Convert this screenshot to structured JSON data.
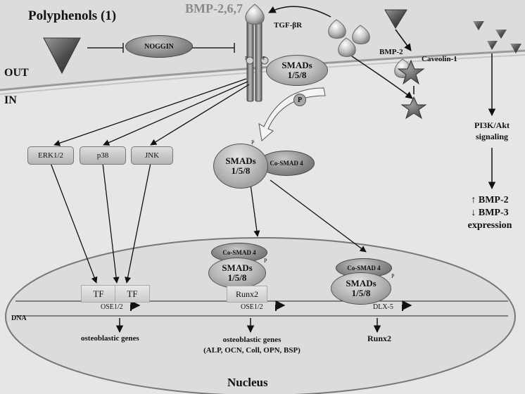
{
  "title": {
    "polyphenols": "Polyphenols (1)"
  },
  "ligands": {
    "bmp_top": "BMP-2,6,7",
    "bmp2": "BMP-2",
    "caveolin": "Caveolin-1"
  },
  "receptor": {
    "label": "TGF-βR",
    "p_left": "P",
    "p_right": "P"
  },
  "noggin": "NOGGIN",
  "membrane": {
    "out": "OUT",
    "in": "IN"
  },
  "smads_receptor": {
    "line1": "SMADs",
    "line2": "1/5/8"
  },
  "phospho": "P",
  "smads_cyto": {
    "line1": "SMADs",
    "line2": "1/5/8",
    "p": "P",
    "cosmad": "Co-SMAD 4"
  },
  "kinases": [
    "ERK1/2",
    "p38",
    "JNK"
  ],
  "pi3k": {
    "line1": "PI3K/Akt",
    "line2": "signaling"
  },
  "expression": {
    "line1": "↑ BMP-2",
    "line2": "↓ BMP-3",
    "line3": "expression"
  },
  "nucleus": {
    "label": "Nucleus",
    "dna": "DNA",
    "tf1": "TF",
    "tf2": "TF",
    "runx2_box": "Runx2",
    "complex_center": {
      "cosmad": "Co-SMAD 4",
      "line1": "SMADs",
      "line2": "1/5/8",
      "p": "P"
    },
    "complex_right": {
      "cosmad": "Co-SMAD 4",
      "line1": "SMADs",
      "line2": "1/5/8",
      "p": "P"
    },
    "promoters": [
      "OSE1/2",
      "OSE1/2",
      "DLX-5"
    ],
    "genes_left": "osteoblastic genes",
    "genes_center_line1": "osteoblastic genes",
    "genes_center_line2": "(ALP, OCN, Coll, OPN, BSP)",
    "genes_right": "Runx2"
  },
  "colors": {
    "background": "#dcdcdc",
    "cell_in": "#e8e8e8",
    "membrane": "#9a9a9a",
    "arrow": "#111111"
  }
}
